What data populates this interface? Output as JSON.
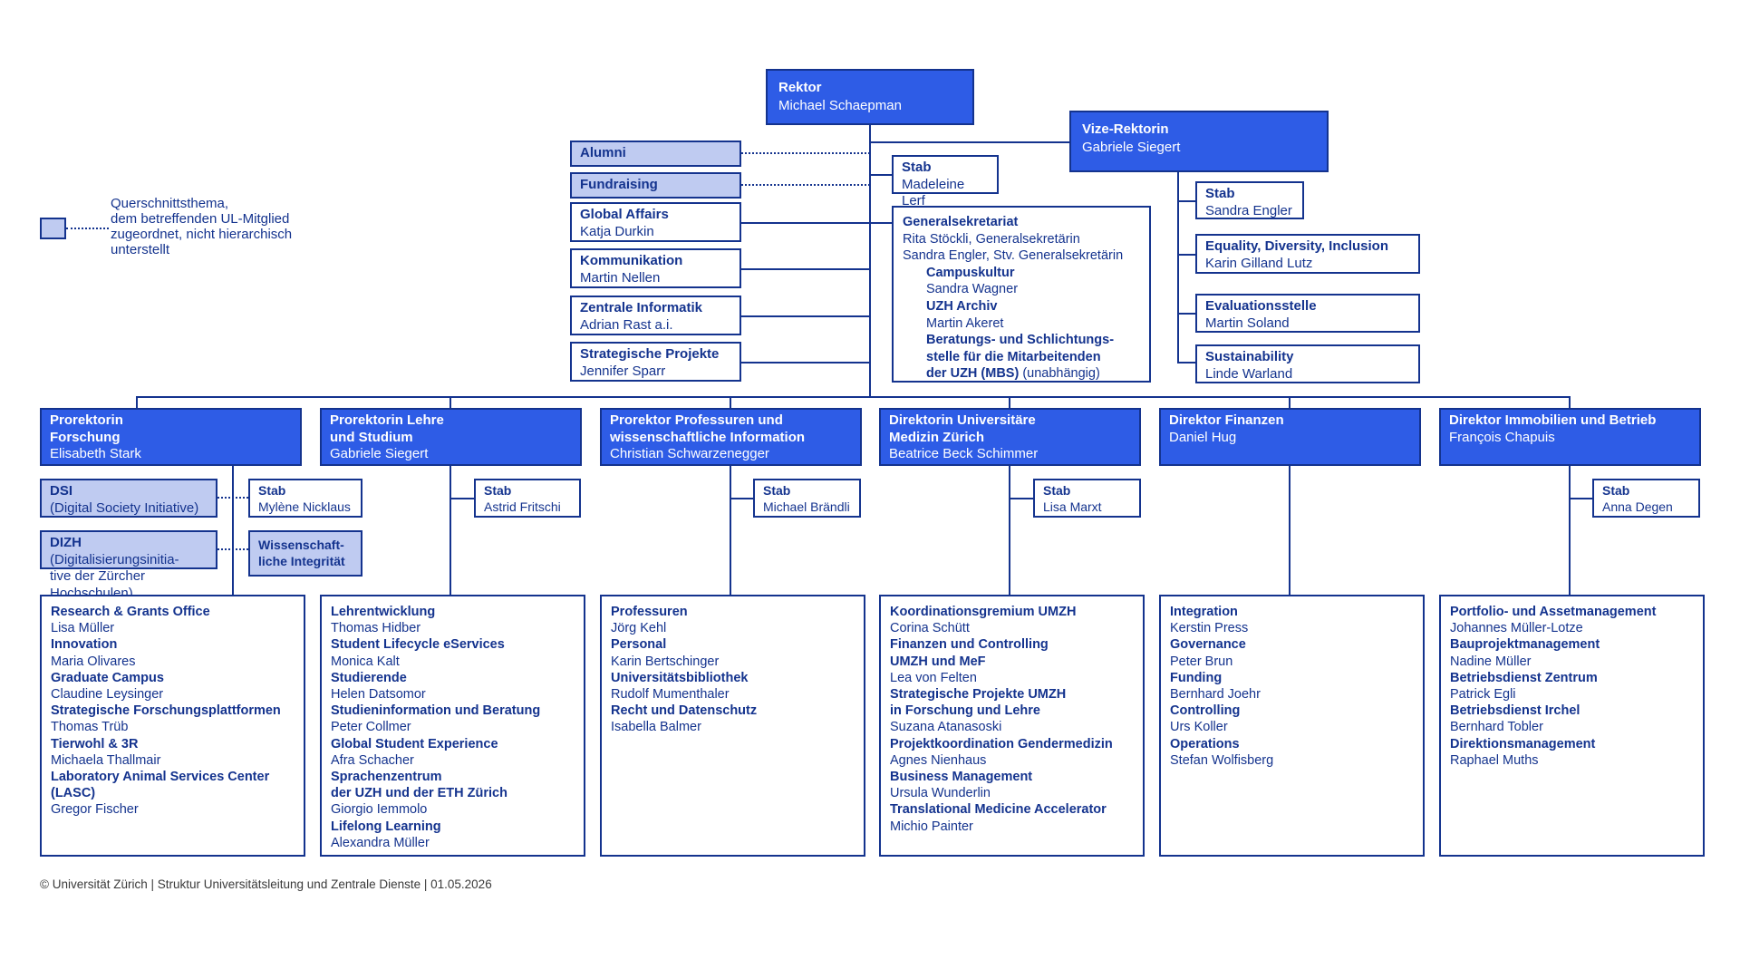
{
  "palette": {
    "navy": "#14338E",
    "blue": "#2E5CE6",
    "light_blue": "#BFCBF1",
    "footer_text": "#3A3A3A"
  },
  "legend": {
    "text": "Querschnittsthema,\ndem betreffenden UL-Mitglied\nzugeordnet, nicht hierarchisch\nunterstellt"
  },
  "rektor": {
    "title": "Rektor",
    "name": "Michael Schaepman"
  },
  "vize": {
    "title": "Vize-Rektorin",
    "name": "Gabriele Siegert"
  },
  "stab_rektor": {
    "title": "Stab",
    "name": "Madeleine Lerf"
  },
  "left_units": [
    {
      "title": "Alumni",
      "variant": "light"
    },
    {
      "title": "Fundraising",
      "variant": "light"
    },
    {
      "title": "Global Affairs",
      "name": "Katja Durkin"
    },
    {
      "title": "Kommunikation",
      "name": "Martin Nellen"
    },
    {
      "title": "Zentrale Informatik",
      "name": "Adrian Rast a.i."
    },
    {
      "title": "Strategische Projekte",
      "name": "Jennifer Sparr"
    }
  ],
  "gs": {
    "title": "Generalsekretariat",
    "lines": [
      {
        "r": "Rita Stöckli, Generalsekretärin"
      },
      {
        "r": "Sandra Engler, Stv. Generalsekretärin"
      },
      {
        "b": "Campuskultur",
        "ind": true
      },
      {
        "r": "Sandra Wagner",
        "ind": true
      },
      {
        "b": "UZH Archiv",
        "ind": true
      },
      {
        "r": "Martin Akeret",
        "ind": true
      },
      {
        "b": "Beratungs- und Schlichtungs-",
        "ind": true
      },
      {
        "b": "stelle für die Mitarbeitenden",
        "ind": true
      },
      {
        "b": "der UZH (MBS)",
        "r": " (unabhängig)",
        "ind": true
      }
    ]
  },
  "vize_units": [
    {
      "title": "Stab",
      "name": "Sandra Engler"
    },
    {
      "title": "Equality, Diversity, Inclusion",
      "name": "Karin Gilland Lutz"
    },
    {
      "title": "Evaluationsstelle",
      "name": "Martin Soland"
    },
    {
      "title": "Sustainability",
      "name": "Linde Warland"
    }
  ],
  "ul_members": [
    {
      "title": "Prorektorin\nForschung",
      "name": "Elisabeth Stark"
    },
    {
      "title": "Prorektorin Lehre\nund Studium",
      "name": "Gabriele Siegert"
    },
    {
      "title": "Prorektor Professuren und\nwissenschaftliche Information",
      "name": "Christian Schwarzenegger"
    },
    {
      "title": "Direktorin Universitäre\nMedizin Zürich",
      "name": "Beatrice Beck Schimmer"
    },
    {
      "title": "Direktor Finanzen",
      "name": "Daniel Hug"
    },
    {
      "title": "Direktor Immobilien und Betrieb",
      "name": "François Chapuis"
    }
  ],
  "cross": {
    "dsi": {
      "bold": "DSI",
      "rest": "(Digital Society Initiative)"
    },
    "dizh": {
      "bold": "DIZH",
      "rest": " (Digitalisierungsinitia-\ntive der Zürcher Hochschulen)"
    },
    "wi": {
      "title": "Wissenschaft-\nliche Integrität"
    }
  },
  "stabs": [
    {
      "title": "Stab",
      "name": "Mylène Nicklaus"
    },
    {
      "title": "Stab",
      "name": "Astrid Fritschi"
    },
    {
      "title": "Stab",
      "name": "Michael Brändli"
    },
    {
      "title": "Stab",
      "name": "Lisa Marxt"
    },
    {
      "title": "Stab",
      "name": "Anna Degen"
    }
  ],
  "departments": [
    {
      "items": [
        {
          "u": "Research & Grants Office",
          "p": "Lisa Müller"
        },
        {
          "u": "Innovation",
          "p": "Maria Olivares"
        },
        {
          "u": "Graduate Campus",
          "p": "Claudine Leysinger"
        },
        {
          "u": "Strategische Forschungsplattformen",
          "p": "Thomas Trüb"
        },
        {
          "u": "Tierwohl & 3R",
          "p": "Michaela Thallmair"
        },
        {
          "u": "Laboratory Animal Services Center\n(LASC)",
          "p": "Gregor Fischer"
        }
      ]
    },
    {
      "items": [
        {
          "u": "Lehrentwicklung",
          "p": "Thomas Hidber"
        },
        {
          "u": "Student Lifecycle eServices",
          "p": "Monica Kalt"
        },
        {
          "u": "Studierende",
          "p": "Helen Datsomor"
        },
        {
          "u": "Studieninformation und Beratung",
          "p": "Peter Collmer"
        },
        {
          "u": "Global Student Experience",
          "p": "Afra Schacher"
        },
        {
          "u": "Sprachenzentrum\nder UZH und der ETH Zürich",
          "p": "Giorgio Iemmolo"
        },
        {
          "u": "Lifelong Learning",
          "p": "Alexandra Müller"
        }
      ]
    },
    {
      "items": [
        {
          "u": "Professuren",
          "p": "Jörg Kehl"
        },
        {
          "u": "Personal",
          "p": "Karin Bertschinger"
        },
        {
          "u": "Universitätsbibliothek",
          "p": "Rudolf Mumenthaler"
        },
        {
          "u": "Recht und Datenschutz",
          "p": "Isabella Balmer"
        }
      ]
    },
    {
      "items": [
        {
          "u": "Koordinationsgremium UMZH",
          "p": "Corina Schütt"
        },
        {
          "u": "Finanzen und Controlling\nUMZH und MeF",
          "p": "Lea von Felten"
        },
        {
          "u": "Strategische Projekte UMZH\nin Forschung und Lehre",
          "p": "Suzana Atanasoski"
        },
        {
          "u": "Projektkoordination Gendermedizin",
          "p": "Agnes Nienhaus"
        },
        {
          "u": "Business Management",
          "p": "Ursula Wunderlin"
        },
        {
          "u": "Translational Medicine Accelerator",
          "p": "Michio Painter"
        }
      ]
    },
    {
      "items": [
        {
          "u": "Integration",
          "p": "Kerstin Press"
        },
        {
          "u": "Governance",
          "p": "Peter Brun"
        },
        {
          "u": "Funding",
          "p": "Bernhard Joehr"
        },
        {
          "u": "Controlling",
          "p": "Urs Koller"
        },
        {
          "u": "Operations",
          "p": "Stefan Wolfisberg"
        }
      ]
    },
    {
      "items": [
        {
          "u": "Portfolio- und Assetmanagement",
          "p": "Johannes Müller-Lotze"
        },
        {
          "u": "Bauprojektmanagement",
          "p": "Nadine Müller"
        },
        {
          "u": "Betriebsdienst Zentrum",
          "p": "Patrick Egli"
        },
        {
          "u": "Betriebsdienst Irchel",
          "p": "Bernhard Tobler"
        },
        {
          "u": "Direktionsmanagement",
          "p": "Raphael Muths"
        }
      ]
    }
  ],
  "footer": "© Universität Zürich | Struktur Universitätsleitung und Zentrale Dienste | 01.05.2026"
}
